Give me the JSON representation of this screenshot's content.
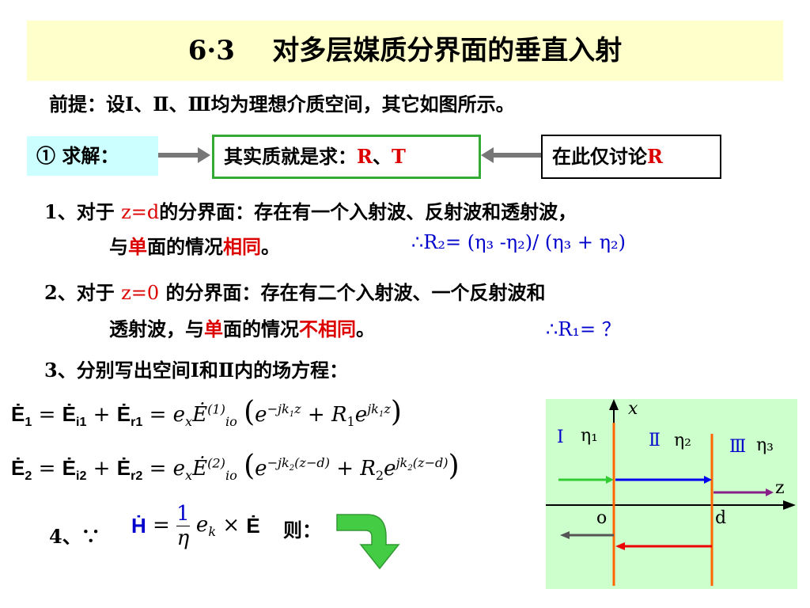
{
  "title": {
    "number": "6·3",
    "text": "对多层媒质分界面的垂直入射"
  },
  "premise": "前提：设Ⅰ、Ⅱ、Ⅲ均为理想介质空间，其它如图所示。",
  "solve_label": "① 求解：",
  "essence": {
    "prefix": "其实质就是求：",
    "r": "R",
    "sep": "、",
    "t": "T"
  },
  "discuss": {
    "prefix": "在此仅讨论",
    "r": "R"
  },
  "item1": {
    "line1_pre": "1、对于 ",
    "line1_cond": "z=d",
    "line1_post": "的分界面：存在有一个入射波、反射波和透射波，",
    "line2_pre": "与",
    "line2_red1": "单",
    "line2_mid": "面的情况",
    "line2_red2": "相同",
    "line2_post": "。",
    "result": "∴R₂= (η₃ -η₂)/ (η₃ + η₂)"
  },
  "item2": {
    "line1_pre": "2、对于 ",
    "line1_cond": "z=0",
    "line1_post": " 的分界面：存在有二个入射波、一个反射波和",
    "line2_pre": "透射波，与",
    "line2_red1": "单",
    "line2_mid": "面的情况",
    "line2_red2": "不相同",
    "line2_post": "。",
    "result": "∴R₁= ？"
  },
  "item3": "3、分别写出空间Ⅰ和Ⅱ内的场方程：",
  "item4": {
    "label": "4、∵",
    "then": "则："
  },
  "diagram": {
    "x_label": "x",
    "z_label": "z",
    "o_label": "o",
    "d_label": "d",
    "region1": "Ⅰ",
    "eta1": "η₁",
    "region2": "Ⅱ",
    "eta2": "η₂",
    "region3": "Ⅲ",
    "eta3": "η₃"
  }
}
